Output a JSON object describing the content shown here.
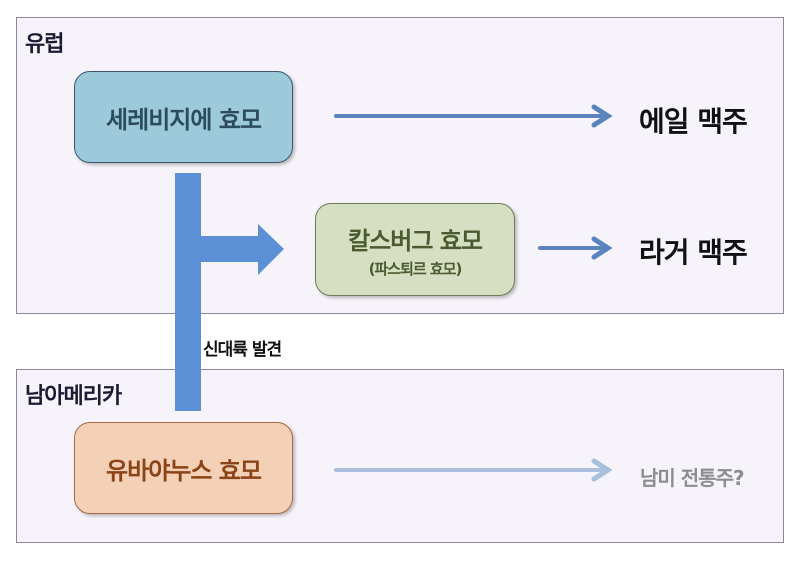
{
  "regions": {
    "europe": {
      "title": "유럽"
    },
    "south_america": {
      "title": "남아메리카"
    }
  },
  "nodes": {
    "ceres": {
      "label": "세레비지에 효모"
    },
    "carls": {
      "label": "칼스버그 효모",
      "sublabel": "(파스퇴르 효모)"
    },
    "eubay": {
      "label": "유바야누스 효모"
    }
  },
  "results": {
    "ale": "에일 맥주",
    "lager": "라거 맥주",
    "south_america": "남미 전통주?"
  },
  "connector": {
    "label": "신대륙 발견"
  },
  "colors": {
    "arrow": "#5b84bf",
    "arrow_faded": "#a8bfdd",
    "discovery_bar": "#5b8fd6"
  }
}
